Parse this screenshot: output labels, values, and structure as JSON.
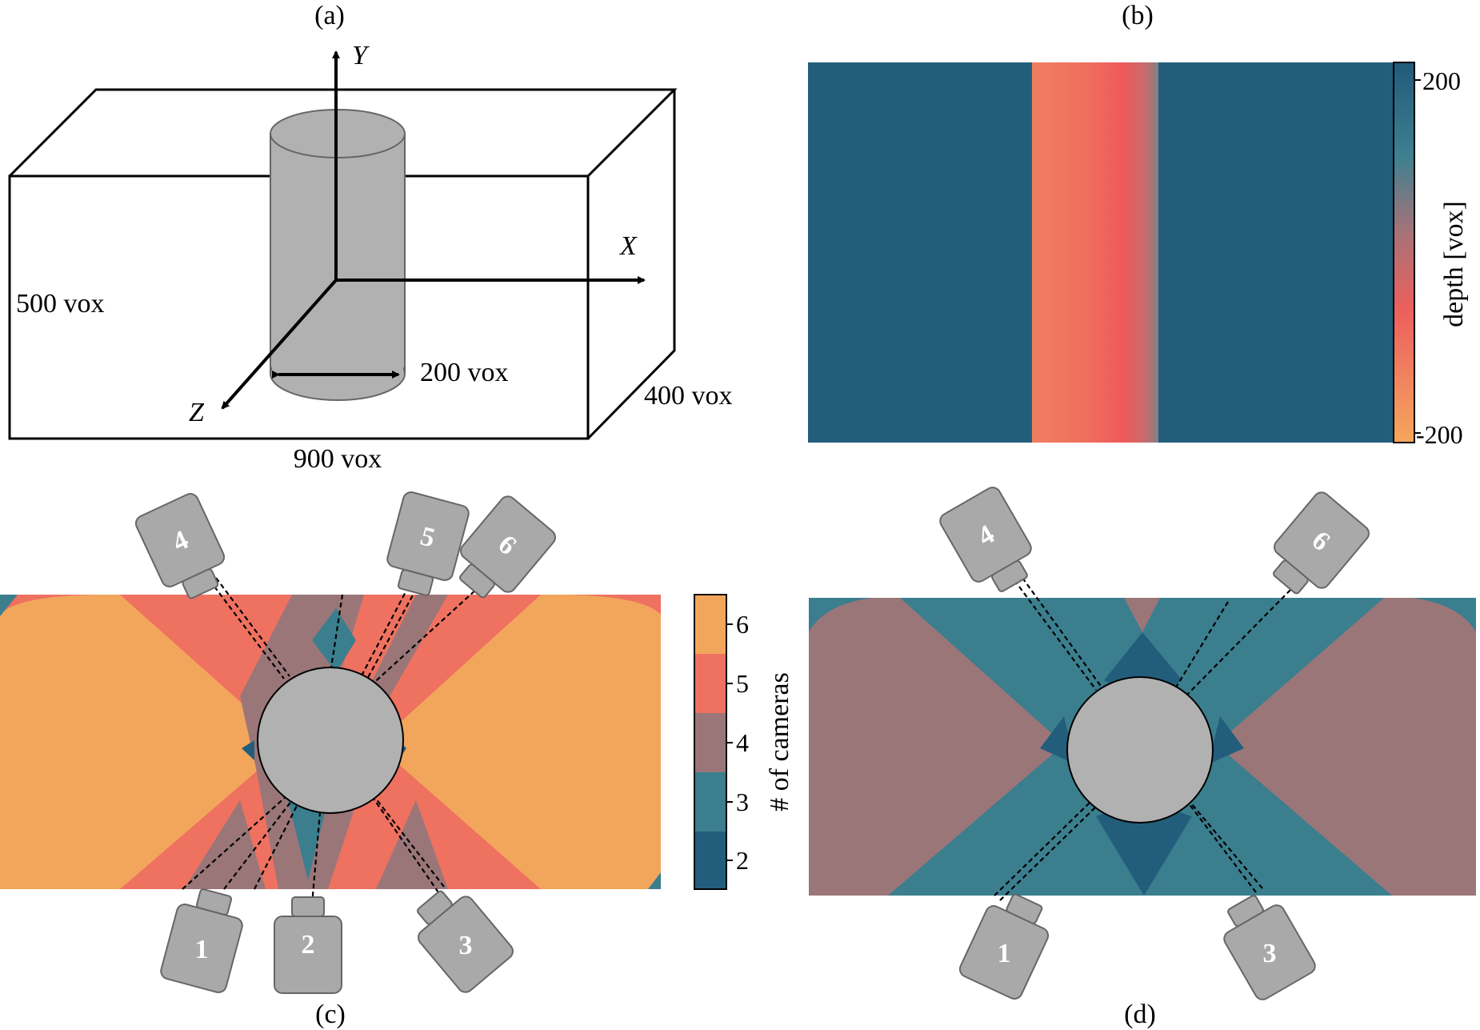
{
  "panels": {
    "a": {
      "caption": "(a)",
      "axes": {
        "y": "Y",
        "x": "X",
        "z": "Z"
      },
      "dims": {
        "height": "500 vox",
        "width": "900 vox",
        "depth": "400 vox",
        "cylinder_diameter": "200 vox"
      }
    },
    "b": {
      "caption": "(b)",
      "colorbar": {
        "label": "depth [vox]",
        "max_label": "200",
        "min_label": "-200"
      }
    },
    "c": {
      "caption": "(c)",
      "colorbar": {
        "label": "# of cameras",
        "ticks": [
          "2",
          "3",
          "4",
          "5",
          "6"
        ]
      },
      "cameras": [
        "1",
        "2",
        "3",
        "4",
        "5",
        "6"
      ]
    },
    "d": {
      "caption": "(d)",
      "cameras": [
        "1",
        "3",
        "4",
        "6"
      ]
    }
  },
  "colors": {
    "n2": "#225e7c",
    "n3": "#3b7e8e",
    "n4": "#9a7679",
    "n5": "#ef7160",
    "n6": "#f2a65c",
    "camera": "#a9a9a9",
    "cylinder": "#b1b1b1"
  }
}
